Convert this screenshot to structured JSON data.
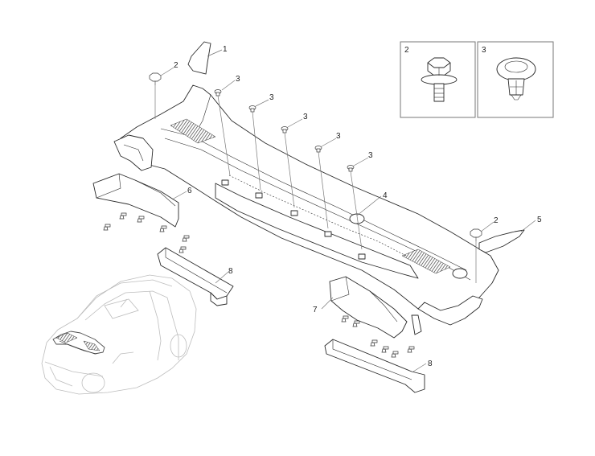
{
  "callouts": [
    {
      "id": "c1",
      "label": "1"
    },
    {
      "id": "c2a",
      "label": "2"
    },
    {
      "id": "c2b",
      "label": "2"
    },
    {
      "id": "c3a",
      "label": "3"
    },
    {
      "id": "c3b",
      "label": "3"
    },
    {
      "id": "c3c",
      "label": "3"
    },
    {
      "id": "c3d",
      "label": "3"
    },
    {
      "id": "c3e",
      "label": "3"
    },
    {
      "id": "c4",
      "label": "4"
    },
    {
      "id": "c5",
      "label": "5"
    },
    {
      "id": "c6",
      "label": "6"
    },
    {
      "id": "c7",
      "label": "7"
    },
    {
      "id": "c8a",
      "label": "8"
    },
    {
      "id": "c8b",
      "label": "8"
    }
  ],
  "insets": [
    {
      "label": "2",
      "icon": "bolt-icon"
    },
    {
      "label": "3",
      "icon": "push-clip-icon"
    }
  ],
  "colors": {
    "line": "#2a2a2a",
    "leader": "#777777",
    "ghost": "#bdbdbd",
    "highlight": "#4a4a4a"
  }
}
